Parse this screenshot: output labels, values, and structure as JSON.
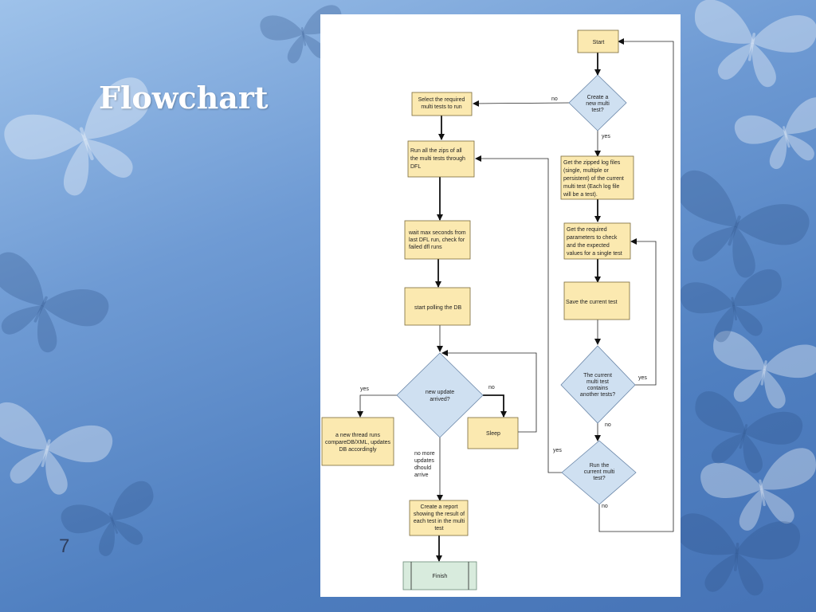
{
  "slide": {
    "title": "Flowchart",
    "number": "7"
  },
  "flowchart": {
    "nodes": {
      "start": [
        "Start"
      ],
      "create_multi": [
        "Create a",
        "new multi",
        "test?"
      ],
      "select_tests": [
        "Select the required",
        "multi  tests to run"
      ],
      "run_zips": [
        "Run  all  the zips of all",
        "the multi tests through",
        "DFL"
      ],
      "get_logs": [
        "Get the zipped  log files",
        "(single, multiple or",
        "persistent)  of the current",
        "multi test (Each log file",
        "will be a test)."
      ],
      "get_params": [
        "Get the required",
        "parameters to check",
        "and the expected",
        "values for a single test"
      ],
      "wait": [
        "wait  max seconds from",
        "last DFL run, check for",
        "failed  dfl runs"
      ],
      "save_test": [
        "Save the current  test"
      ],
      "polling": [
        "start polling  the DB"
      ],
      "contains_more": [
        "The current",
        "multi test",
        "contains",
        "another tests?"
      ],
      "new_update": [
        "new update",
        "arrived?"
      ],
      "thread_runs": [
        "a new thread runs",
        "compareDB/XML, updates",
        "DB accordingly"
      ],
      "sleep": [
        "Sleep"
      ],
      "run_current": [
        "Run the",
        "current multi",
        "test?"
      ],
      "no_more": [
        "no more",
        "updates",
        "dhould",
        "arrive"
      ],
      "report": [
        "Create a report",
        "showing the result of",
        "each test in the multi",
        "test"
      ],
      "finish": [
        "Finish"
      ]
    },
    "labels": {
      "no_create": "no",
      "yes_create": "yes",
      "yes_update": "yes",
      "no_update": "no",
      "yes_contains": "yes",
      "no_contains": "no",
      "yes_run": "yes",
      "no_run": "no"
    }
  }
}
